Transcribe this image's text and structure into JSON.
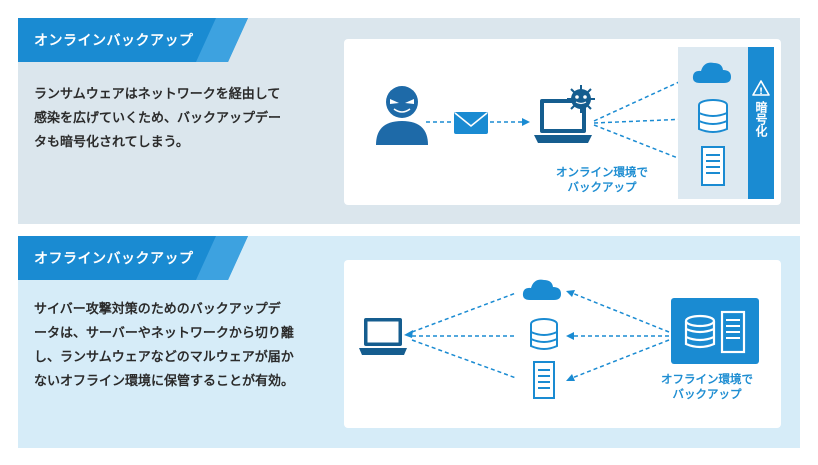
{
  "online": {
    "header": "オンラインバックアップ",
    "description_lines": [
      "ランサムウェアはネットワークを経由して",
      "感染を広げていくため、バックアップデー",
      "タも暗号化されてしまう。"
    ],
    "caption_lines": [
      "オンライン環境で",
      "バックアップ"
    ],
    "encrypted_label": "暗号化",
    "warning_symbol": "!"
  },
  "offline": {
    "header": "オフラインバックアップ",
    "description_lines": [
      "サイバー攻撃対策のためのバックアップデ",
      "ータは、サーバーやネットワークから切り離",
      "し、ランサムウェアなどのマルウェアが届か",
      "ないオフライン環境に保管することが有効。"
    ],
    "caption_lines": [
      "オフライン環境で",
      "バックアップ"
    ]
  },
  "colors": {
    "accent": "#1a8bd2",
    "dark_accent": "#155d8f",
    "text": "#2b2b2b",
    "panel_online": "#dbe6ed",
    "panel_offline": "#d6ecf8",
    "attacker": "#1e6aa8"
  },
  "icons": [
    "attacker-icon",
    "envelope-icon",
    "laptop-icon",
    "virus-icon",
    "cloud-icon",
    "database-icon",
    "server-icon",
    "warning-icon"
  ]
}
